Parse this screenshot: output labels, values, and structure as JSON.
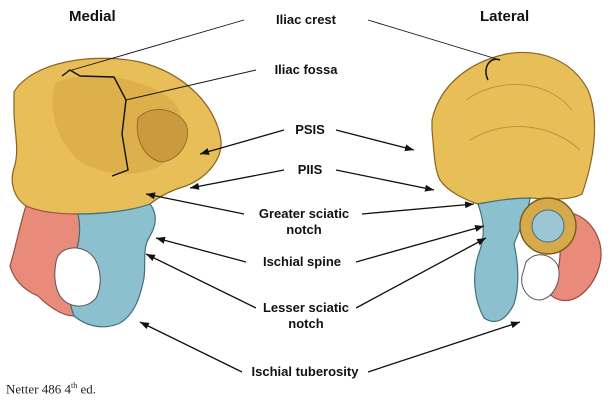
{
  "titles": {
    "medial": "Medial",
    "lateral": "Lateral"
  },
  "labels": {
    "iliac_crest": "Iliac crest",
    "iliac_fossa": "Iliac fossa",
    "psis": "PSIS",
    "piis": "PIIS",
    "greater_sciatic_notch": [
      "Greater sciatic",
      "notch"
    ],
    "ischial_spine": "Ischial spine",
    "lesser_sciatic_notch": [
      "Lesser sciatic",
      "notch"
    ],
    "ischial_tuberosity": "Ischial tuberosity"
  },
  "citation": {
    "text": "Netter 486 4",
    "superscript": "th",
    "suffix": " ed."
  },
  "colors": {
    "ilium": "#e8be58",
    "ischium": "#8cc0cf",
    "pubis": "#e98b7a"
  }
}
